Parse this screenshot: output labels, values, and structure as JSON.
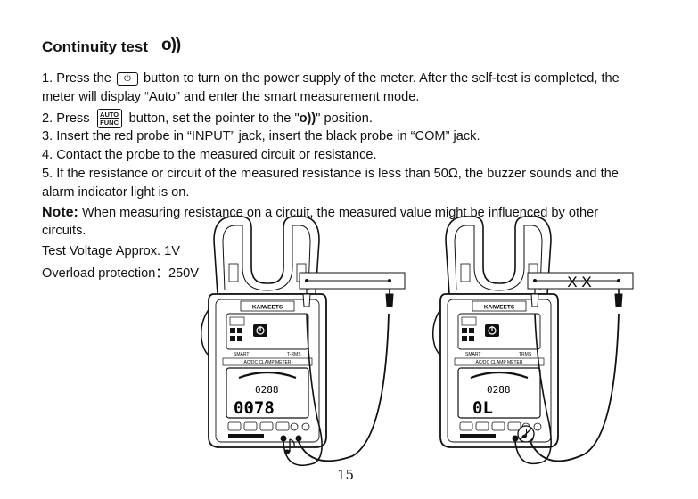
{
  "heading": {
    "title": "Continuity test",
    "icon": "continuity-buzzer-icon",
    "icon_glyph": "o))"
  },
  "steps": {
    "s1_a": "1. Press the",
    "power_key_glyph": "⏻",
    "s1_b": "button to turn on the power supply of the meter. After the self-test is completed, the",
    "s1_c": "meter will display “Auto” and enter the smart measurement mode.",
    "s2_a": "2. Press",
    "func_key_top": "AUTO",
    "func_key_bottom": "FUNC",
    "s2_b": "button, set the pointer to the \"",
    "s2_glyph": "o))",
    "s2_c": "\" position.",
    "s3": "3. Insert the red probe in “INPUT” jack, insert the black probe in “COM” jack.",
    "s4": "4. Contact the probe to the measured circuit or resistance.",
    "s5_a": "5. If the resistance or circuit of the measured resistance is less than 50Ω, the buzzer sounds and the",
    "s5_b": "alarm indicator light is on."
  },
  "note": {
    "label": "Note:",
    "text_a": " When measuring resistance on a circuit, the measured value might be influenced by other",
    "text_b": "circuits.",
    "test_voltage": "Test Voltage Approx. 1V",
    "overload": "Overload protection：250V"
  },
  "meter_left": {
    "brand": "KAIWEETS",
    "lcd_top": "0288",
    "lcd_main": "0078",
    "mode_left": "SMART",
    "mode_right": "T-RMS",
    "band": "AC/DC CLAMP METER",
    "buzzer": "sound-note-icon"
  },
  "meter_right": {
    "brand": "KAIWEETS",
    "lcd_top": "0288",
    "lcd_main": "0L",
    "mode_left": "SMART",
    "mode_right": "TRMS",
    "band": "AC/DC CLAMP METER",
    "buzzer": "muted-sound-icon",
    "break_marks": "X X"
  },
  "page_number": "15"
}
